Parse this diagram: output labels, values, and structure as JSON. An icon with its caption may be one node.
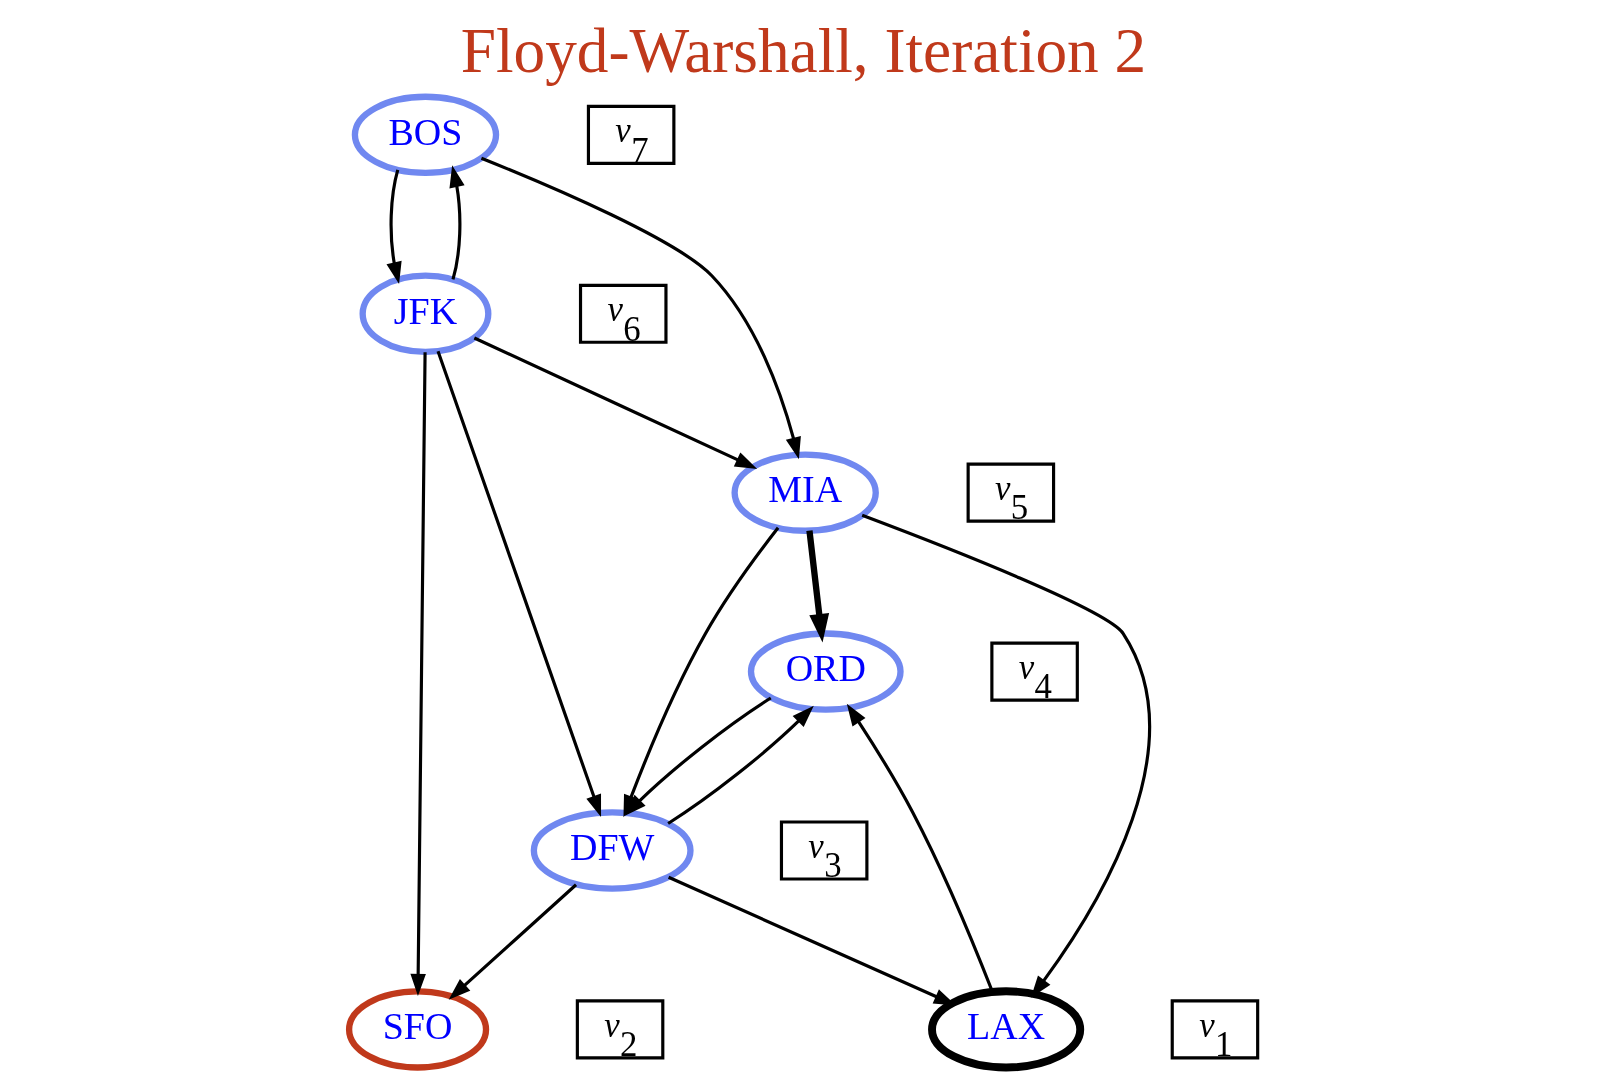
{
  "diagram": {
    "title": "Floyd-Warshall, Iteration 2",
    "nodes": [
      {
        "text": [
          "BOS"
        ],
        "beside": [
          "v$_{7}$"
        ]
      },
      {
        "text": [
          "ORD"
        ],
        "beside": [
          "v$_{4}$"
        ]
      },
      {
        "text": [
          "JFK"
        ],
        "beside": [
          "v$_{6}$"
        ]
      },
      {
        "text": [
          "SFO"
        ],
        "beside": [
          "v$_{2}$"
        ]
      },
      {
        "text": [
          "DFW"
        ],
        "beside": [
          "v$_{3}$"
        ]
      },
      {
        "text": [
          "LAX"
        ],
        "beside": [
          "v$_{1}$"
        ]
      },
      {
        "text": [
          "MIA"
        ],
        "beside": [
          "v$_{5}$"
        ]
      }
    ],
    "edges": [
      {
        "from": 2,
        "to": 3,
        "arrow": "to"
      },
      {
        "from": 5,
        "to": 1,
        "arrow": "to"
      },
      {
        "from": 1,
        "to": 4,
        "arrow": "to"
      },
      {
        "from": 4,
        "to": 1,
        "arrow": "to"
      },
      {
        "from": 4,
        "to": 3,
        "arrow": "to"
      },
      {
        "from": 4,
        "to": 5,
        "arrow": "to"
      },
      {
        "from": 2,
        "to": 4,
        "arrow": "to"
      },
      {
        "from": 6,
        "to": 1,
        "arrow": "to",
        "style": "thick"
      },
      {
        "from": 6,
        "to": 4,
        "arrow": "to"
      },
      {
        "from": 6,
        "to": 5,
        "arrow": "to"
      },
      {
        "from": 2,
        "to": 6,
        "arrow": "to"
      },
      {
        "from": 0,
        "to": 2,
        "arrow": "to"
      },
      {
        "from": 2,
        "to": 0,
        "arrow": "to"
      },
      {
        "from": 0,
        "to": 6,
        "arrow": "to"
      }
    ]
  }
}
